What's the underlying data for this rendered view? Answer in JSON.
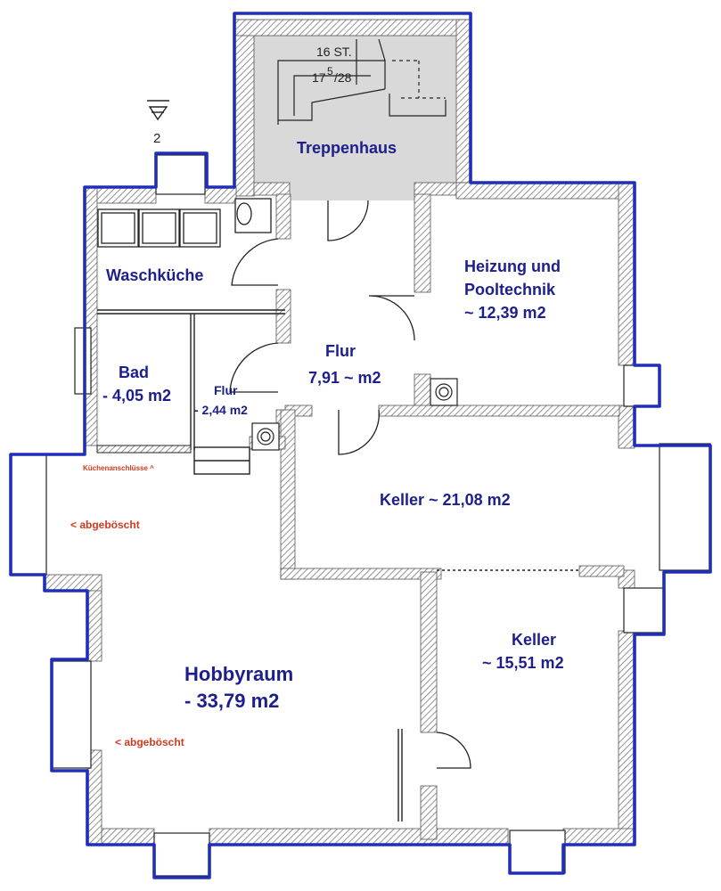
{
  "level_marker": "2",
  "stair": {
    "line1": "16 ST.",
    "line2a": "17",
    "line2b": "5",
    "line2c": "/28"
  },
  "rooms": {
    "treppenhaus": "Treppenhaus",
    "heizung": {
      "line1": "Heizung und",
      "line2": "Pooltechnik",
      "line3": "~ 12,39 m2"
    },
    "waschkueche": "Waschküche",
    "flur_main": {
      "line1": "Flur",
      "line2": "7,91 ~ m2"
    },
    "bad": {
      "line1": "Bad",
      "line2": "- 4,05 m2"
    },
    "flur_small": {
      "line1": "Flur",
      "line2": "- 2,44 m2"
    },
    "keller_big": "Keller  ~ 21,08 m2",
    "keller_small": {
      "line1": "Keller",
      "line2": "~ 15,51 m2"
    },
    "hobbyraum": {
      "line1": "Hobbyraum",
      "line2": "- 33,79 m2"
    }
  },
  "notes": {
    "kuechen": "Küchenanschlüsse ^",
    "abgeboescht_1": "< abgeböscht",
    "abgeboescht_2": "< abgeböscht"
  },
  "colors": {
    "outline": "#1f2fb8",
    "labels": "#1c1f8c",
    "notes": "#d23a1e",
    "stairwell_fill": "#d9d9d9",
    "wall_hatch": "#8c8c8c"
  }
}
